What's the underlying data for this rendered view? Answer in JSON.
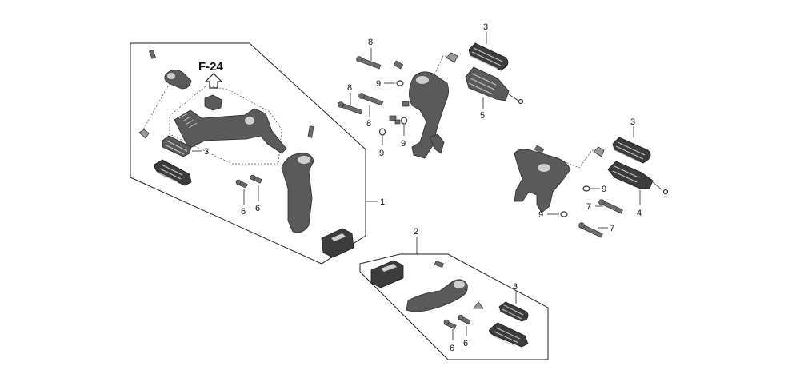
{
  "reference": {
    "label": "F-24"
  },
  "callouts": {
    "c1": "1",
    "c2": "2",
    "c3a": "3",
    "c3b": "3",
    "c3c": "3",
    "c3d": "3",
    "c4": "4",
    "c5": "5",
    "c6a": "6",
    "c6b": "6",
    "c6c": "6",
    "c6d": "6",
    "c7a": "7",
    "c7b": "7",
    "c8a": "8",
    "c8b": "8",
    "c8c": "8",
    "c9a": "9",
    "c9b": "9",
    "c9c": "9",
    "c9d": "9",
    "c9e": "9"
  },
  "colors": {
    "line": "#222222",
    "part": "#5a5a5a",
    "background": "#ffffff"
  }
}
